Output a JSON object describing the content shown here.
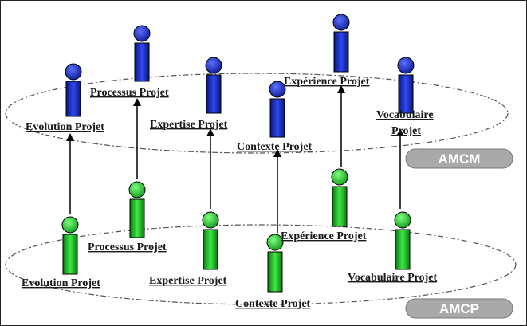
{
  "colors": {
    "upper_actor": "#1a2ec8",
    "lower_actor": "#22c22a",
    "pill": "#a9a9a9",
    "ellipse": "#555555",
    "arrow": "#000000"
  },
  "levels": {
    "upper": {
      "name": "AMCM"
    },
    "lower": {
      "name": "AMCP"
    }
  },
  "upper_labels": {
    "evolution": "Evolution Projet",
    "processus": "Processus Projet",
    "expertise": "Expertise Projet",
    "contexte": "Contexte Projet",
    "experience": "Expérience Projet",
    "vocabulaire_1": "Vocabulaire",
    "vocabulaire_2": "Projet"
  },
  "lower_labels": {
    "evolution": "Evolution Projet",
    "processus": "Processus Projet",
    "expertise": "Expertise Projet",
    "contexte": "Contexte Projet",
    "experience": "Expérience Projet",
    "vocabulaire": "Vocabulaire Projet"
  },
  "icons": [
    "person-icon"
  ]
}
